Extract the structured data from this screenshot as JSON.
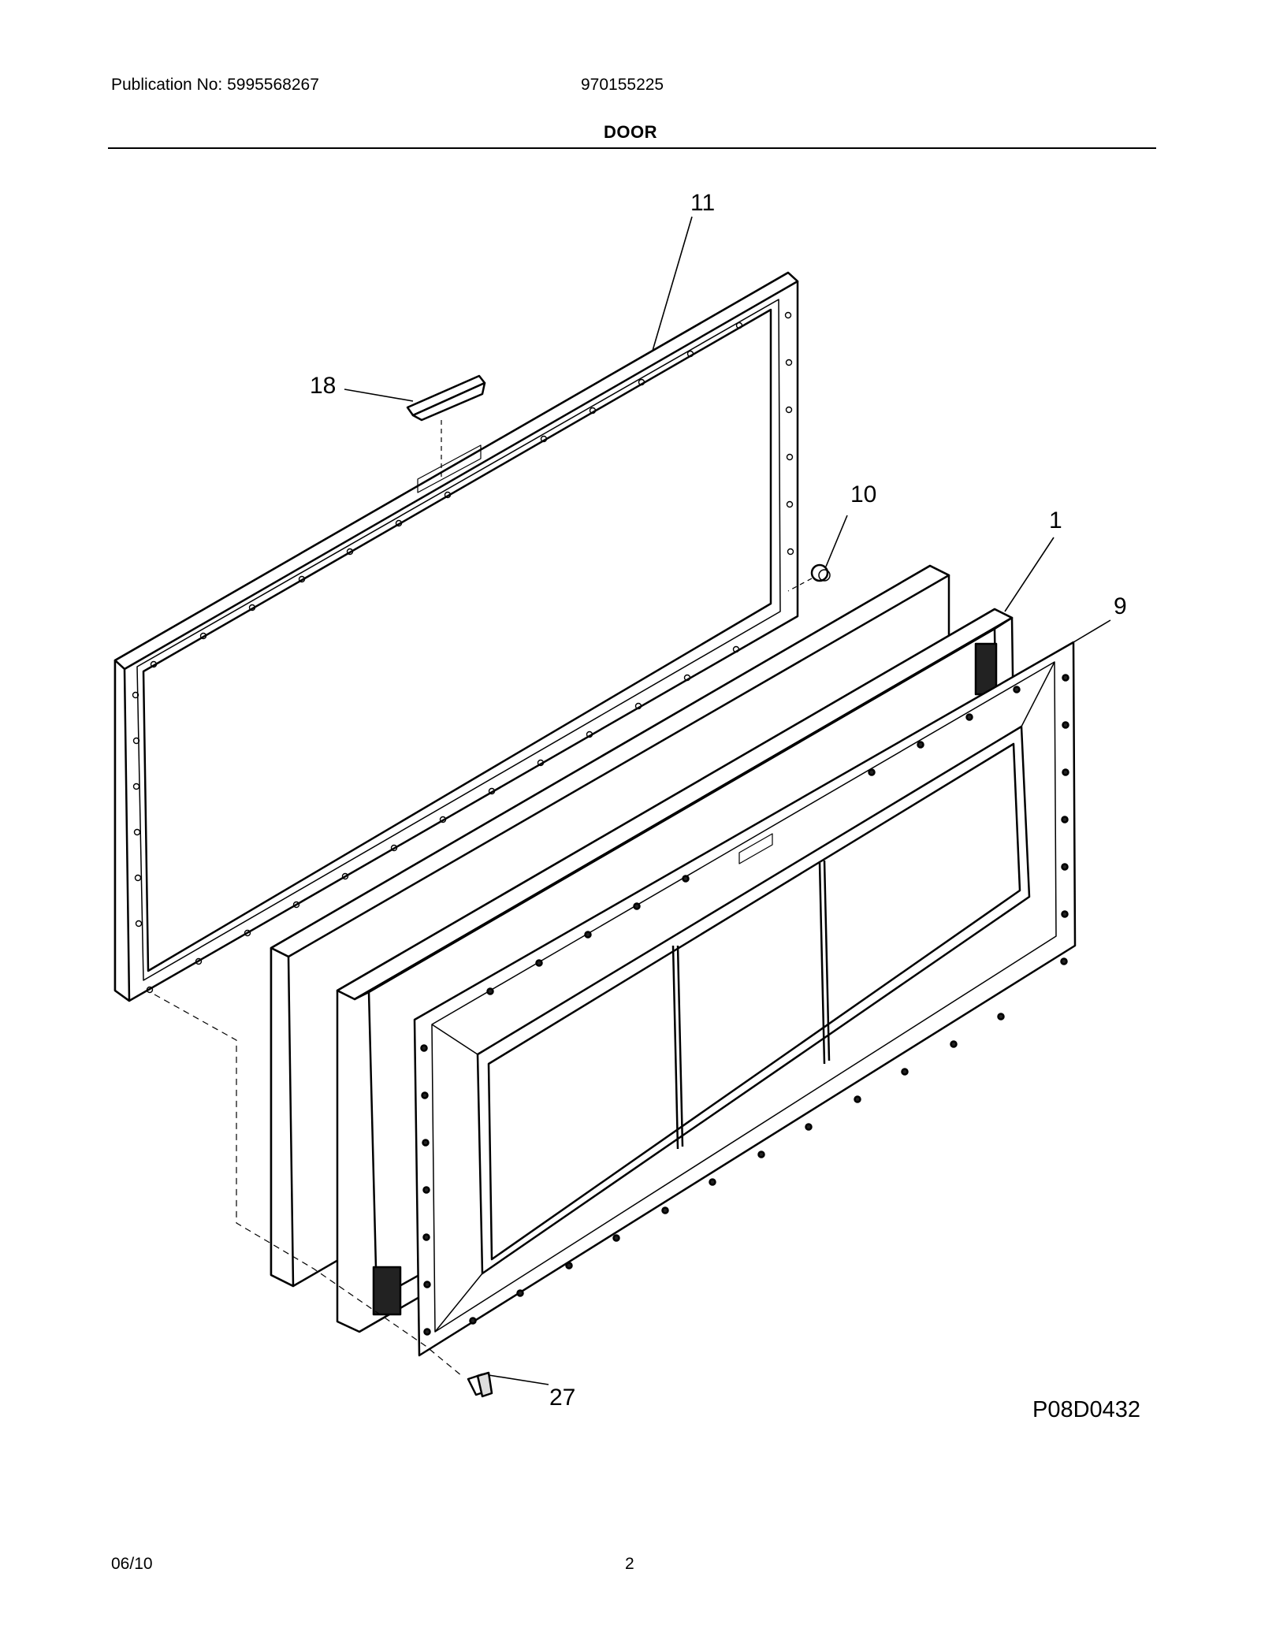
{
  "header": {
    "publication": "Publication No: 5995568267",
    "model": "970155225",
    "section_title": "DOOR"
  },
  "callouts": [
    {
      "part": "11",
      "label": "11"
    },
    {
      "part": "18",
      "label": "18"
    },
    {
      "part": "10",
      "label": "10"
    },
    {
      "part": "1",
      "label": "1"
    },
    {
      "part": "9",
      "label": "9"
    },
    {
      "part": "27",
      "label": "27"
    }
  ],
  "figure_code": "P08D0432",
  "footer": {
    "date": "06/10",
    "page": "2"
  }
}
